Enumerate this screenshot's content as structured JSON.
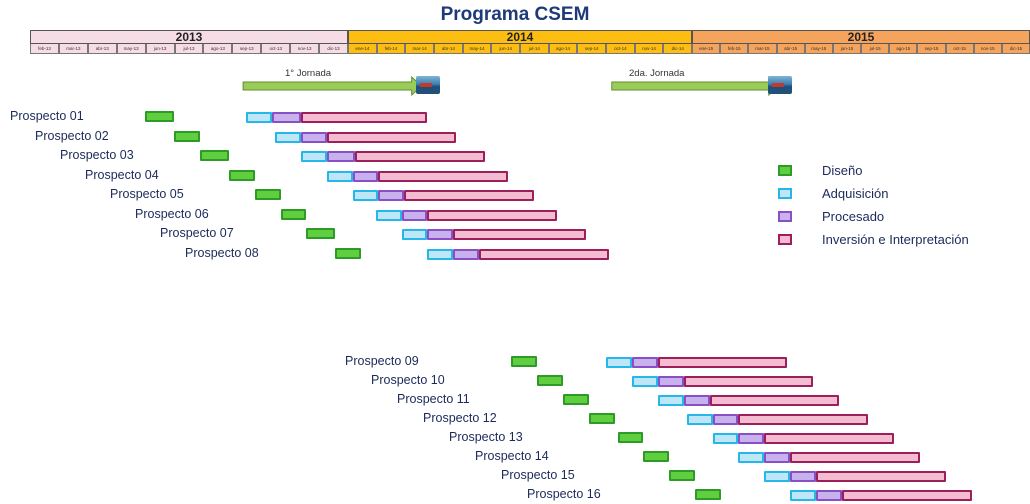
{
  "title": "Programa CSEM",
  "years": [
    {
      "label": "2013",
      "color": "#f6dce4"
    },
    {
      "label": "2014",
      "color": "#fdbd11"
    },
    {
      "label": "2015",
      "color": "#f6a35c"
    }
  ],
  "months": {
    "2013": [
      "feb-13",
      "mar-13",
      "abr-13",
      "may-13",
      "jun-13",
      "jul-13",
      "ago-13",
      "sep-13",
      "oct-13",
      "nov-13",
      "dic-13"
    ],
    "2014": [
      "ene-14",
      "feb-14",
      "mar-14",
      "abr-14",
      "may-14",
      "jun-14",
      "jul-14",
      "ago-14",
      "sep-14",
      "oct-14",
      "nov-14",
      "dic-14"
    ],
    "2015": [
      "ene-15",
      "feb-15",
      "mar-15",
      "abr-15",
      "may-15",
      "jun-15",
      "jul-15",
      "ago-15",
      "sep-15",
      "oct-15",
      "nov-15",
      "dic-15"
    ]
  },
  "jornadas": [
    {
      "label": "1° Jornada"
    },
    {
      "label": "2da. Jornada"
    }
  ],
  "legend": [
    {
      "key": "diseno",
      "label": "Diseño"
    },
    {
      "key": "adq",
      "label": "Adquisición"
    },
    {
      "key": "proc",
      "label": "Procesado"
    },
    {
      "key": "inv",
      "label": "Inversión e Interpretación"
    }
  ],
  "chart_data": {
    "type": "gantt",
    "title": "Programa CSEM",
    "series": [
      {
        "name": "Diseño",
        "color": "#5fce3f"
      },
      {
        "name": "Adquisición",
        "color": "#bfe6f6"
      },
      {
        "name": "Procesado",
        "color": "#c7b2ee"
      },
      {
        "name": "Inversión e Interpretación",
        "color": "#f4bcd0"
      }
    ],
    "prospects": [
      {
        "name": "Prospecto 01",
        "diseno": [
          4.0,
          5.0
        ],
        "adq": [
          7.5,
          8.4
        ],
        "proc": [
          8.4,
          9.4
        ],
        "inv": [
          9.4,
          13.8
        ]
      },
      {
        "name": "Prospecto 02",
        "diseno": [
          5.0,
          5.9
        ],
        "adq": [
          8.5,
          9.4
        ],
        "proc": [
          9.4,
          10.3
        ],
        "inv": [
          10.3,
          14.8
        ]
      },
      {
        "name": "Prospecto 03",
        "diseno": [
          5.9,
          6.9
        ],
        "adq": [
          9.4,
          10.3
        ],
        "proc": [
          10.3,
          11.3
        ],
        "inv": [
          11.3,
          15.8
        ]
      },
      {
        "name": "Prospecto 04",
        "diseno": [
          6.9,
          7.8
        ],
        "adq": [
          10.3,
          11.2
        ],
        "proc": [
          11.2,
          12.1
        ],
        "inv": [
          12.1,
          16.6
        ]
      },
      {
        "name": "Prospecto 05",
        "diseno": [
          7.8,
          8.7
        ],
        "adq": [
          11.2,
          12.1
        ],
        "proc": [
          12.1,
          13.0
        ],
        "inv": [
          13.0,
          17.5
        ]
      },
      {
        "name": "Prospecto 06",
        "diseno": [
          8.7,
          9.6
        ],
        "adq": [
          12.0,
          12.9
        ],
        "proc": [
          12.9,
          13.8
        ],
        "inv": [
          13.8,
          18.3
        ]
      },
      {
        "name": "Prospecto 07",
        "diseno": [
          9.6,
          10.6
        ],
        "adq": [
          12.9,
          13.8
        ],
        "proc": [
          13.8,
          14.7
        ],
        "inv": [
          14.7,
          19.3
        ]
      },
      {
        "name": "Prospecto 08",
        "diseno": [
          10.6,
          11.5
        ],
        "adq": [
          13.8,
          14.7
        ],
        "proc": [
          14.7,
          15.6
        ],
        "inv": [
          15.6,
          20.1
        ]
      },
      {
        "name": "Prospecto 09",
        "diseno": [
          16.7,
          17.6
        ],
        "adq": [
          20.0,
          20.9
        ],
        "proc": [
          20.9,
          21.8
        ],
        "inv": [
          21.8,
          26.3
        ]
      },
      {
        "name": "Prospecto 10",
        "diseno": [
          17.6,
          18.5
        ],
        "adq": [
          20.9,
          21.8
        ],
        "proc": [
          21.8,
          22.7
        ],
        "inv": [
          22.7,
          27.2
        ]
      },
      {
        "name": "Prospecto 11",
        "diseno": [
          18.5,
          19.4
        ],
        "adq": [
          21.8,
          22.7
        ],
        "proc": [
          22.7,
          23.6
        ],
        "inv": [
          23.6,
          28.1
        ]
      },
      {
        "name": "Prospecto 12",
        "diseno": [
          19.4,
          20.3
        ],
        "adq": [
          22.8,
          23.7
        ],
        "proc": [
          23.7,
          24.6
        ],
        "inv": [
          24.6,
          29.1
        ]
      },
      {
        "name": "Prospecto 13",
        "diseno": [
          20.4,
          21.3
        ],
        "adq": [
          23.7,
          24.6
        ],
        "proc": [
          24.6,
          25.5
        ],
        "inv": [
          25.5,
          30.0
        ]
      },
      {
        "name": "Prospecto 14",
        "diseno": [
          21.3,
          22.2
        ],
        "adq": [
          24.6,
          25.5
        ],
        "proc": [
          25.5,
          26.4
        ],
        "inv": [
          26.4,
          30.9
        ]
      },
      {
        "name": "Prospecto 15",
        "diseno": [
          22.2,
          23.1
        ],
        "adq": [
          25.5,
          26.4
        ],
        "proc": [
          26.4,
          27.3
        ],
        "inv": [
          27.3,
          31.8
        ]
      },
      {
        "name": "Prospecto 16",
        "diseno": [
          23.1,
          24.0
        ],
        "adq": [
          26.4,
          27.3
        ],
        "proc": [
          27.3,
          28.2
        ],
        "inv": [
          28.2,
          32.7
        ]
      }
    ],
    "jornadas": [
      {
        "label": "1° Jornada",
        "start": 7.4,
        "end": 13.6
      },
      {
        "label": "2da. Jornada",
        "start": 20.2,
        "end": 26.0
      }
    ]
  }
}
